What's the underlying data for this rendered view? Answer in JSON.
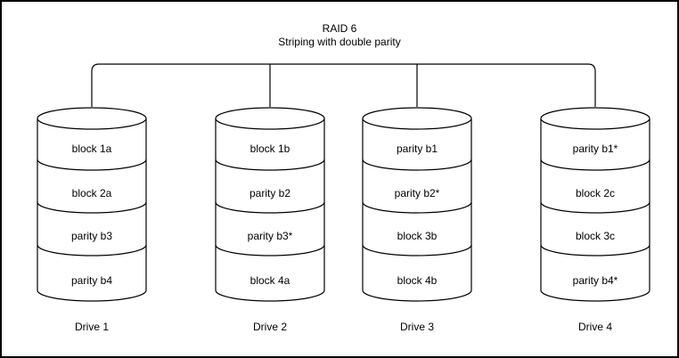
{
  "title": {
    "line1": "RAID 6",
    "line2": "Striping with double parity"
  },
  "drives": [
    {
      "label": "Drive 1",
      "segments": [
        "block 1a",
        "block 2a",
        "parity b3",
        "parity b4"
      ]
    },
    {
      "label": "Drive 2",
      "segments": [
        "block 1b",
        "parity b2",
        "parity b3*",
        "block 4a"
      ]
    },
    {
      "label": "Drive 3",
      "segments": [
        "parity b1",
        "parity b2*",
        "block 3b",
        "block 4b"
      ]
    },
    {
      "label": "Drive 4",
      "segments": [
        "parity b1*",
        "block 2c",
        "block 3c",
        "parity b4*"
      ]
    }
  ],
  "colors": {
    "line": "#000000",
    "background": "#ffffff",
    "text": "#000000"
  }
}
